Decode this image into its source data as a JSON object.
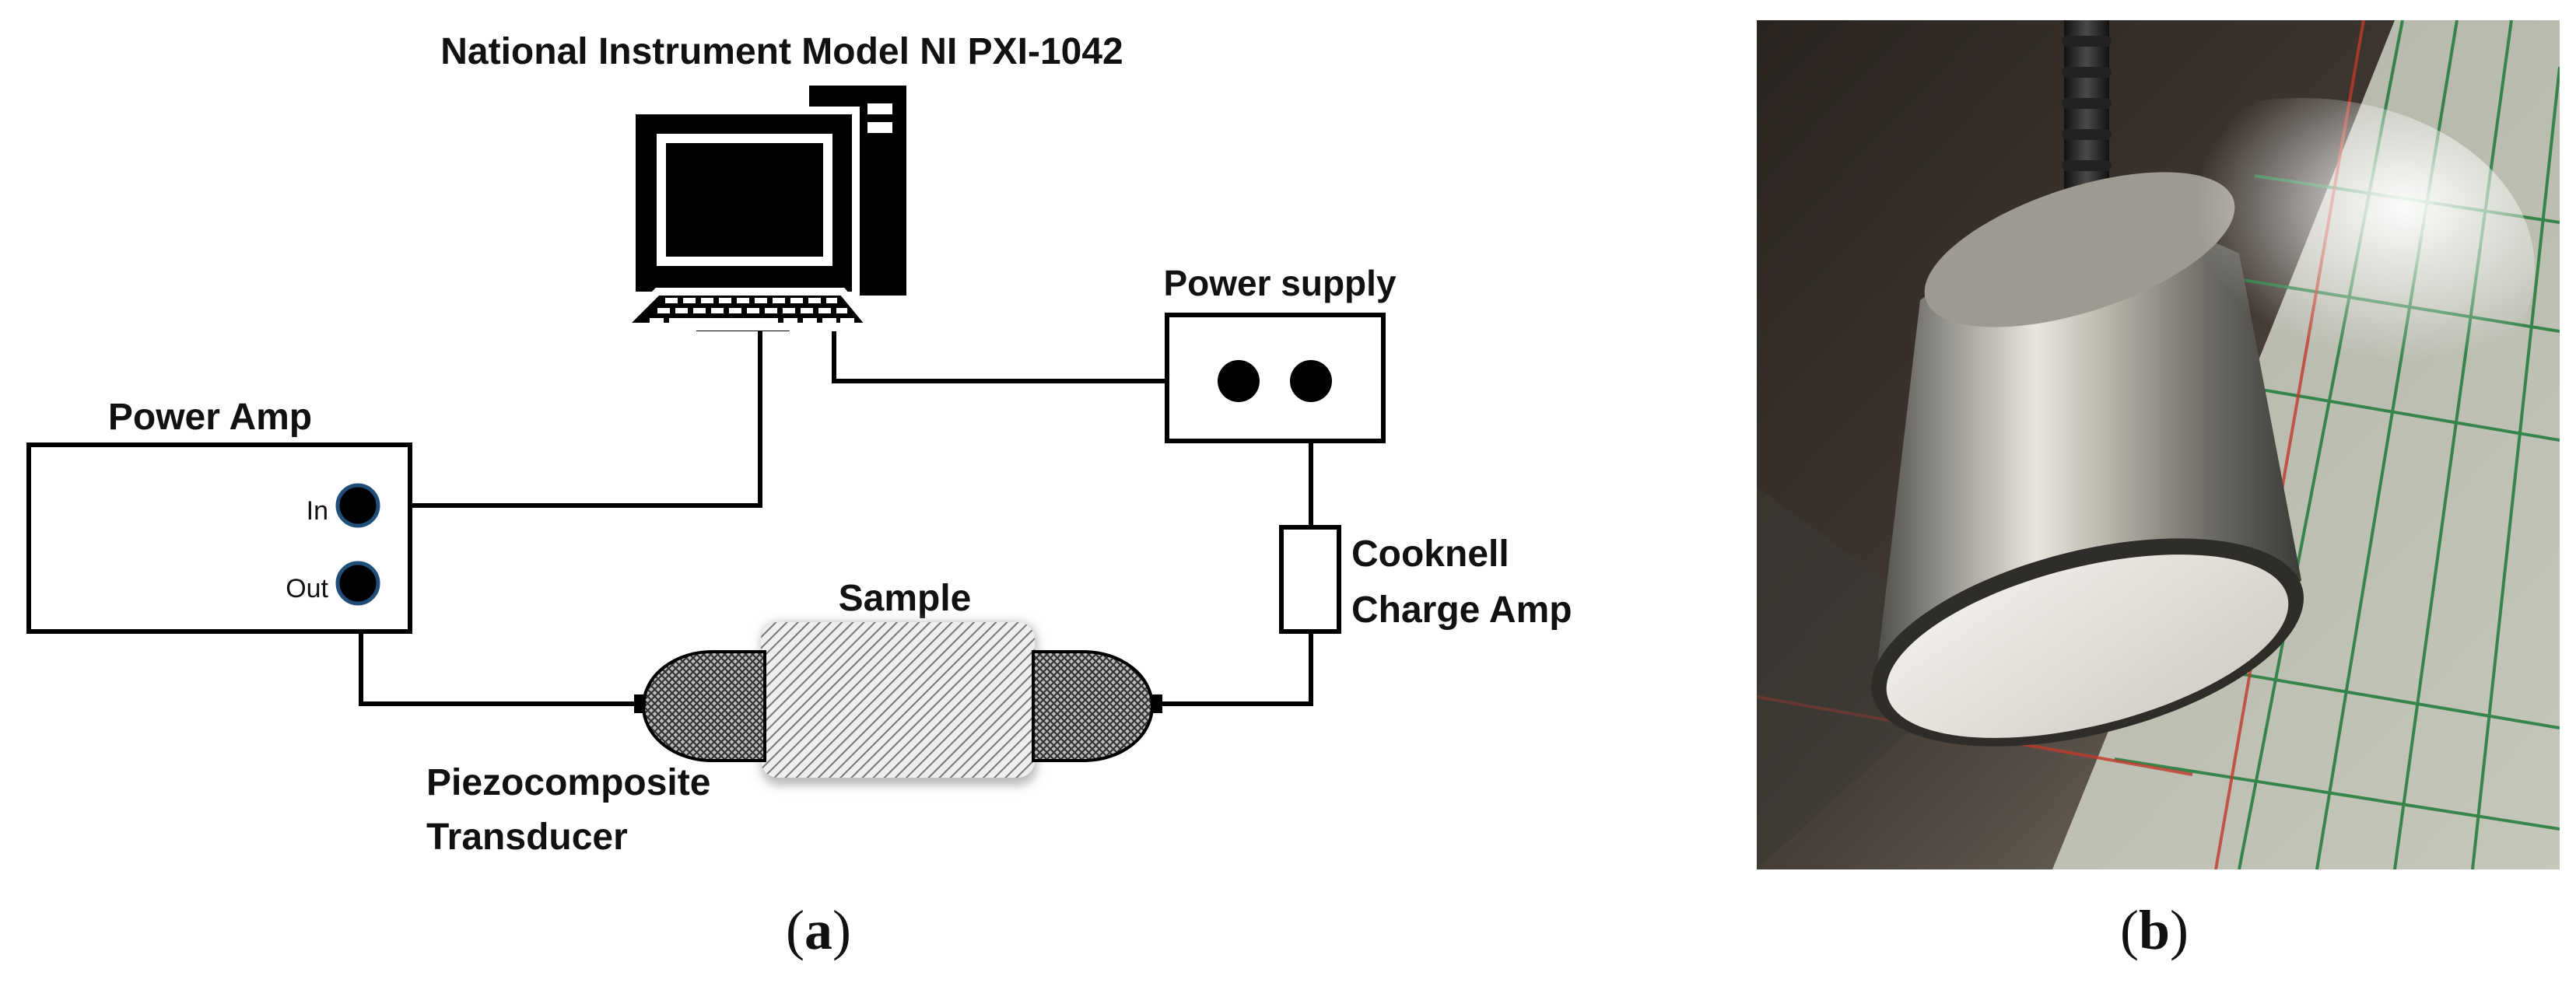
{
  "diagram": {
    "title": "National Instrument Model NI PXI-1042",
    "power_supply_label": "Power supply",
    "power_amp_label": "Power Amp",
    "in_label": "In",
    "out_label": "Out",
    "charge_amp_line1": "Cooknell",
    "charge_amp_line2": "Charge Amp",
    "sample_label": "Sample",
    "transducer_line1": "Piezocomposite",
    "transducer_line2": "Transducer"
  },
  "captions": {
    "a_open": "(",
    "a_letter": "a",
    "a_close": ")",
    "b_open": "(",
    "b_letter": "b",
    "b_close": ")"
  },
  "colors": {
    "line": "#000000",
    "port_fill": "#000000",
    "port_ring": "#1f4e79",
    "sample_fill": "#d9d9d9",
    "transducer_fill": "#555555"
  }
}
